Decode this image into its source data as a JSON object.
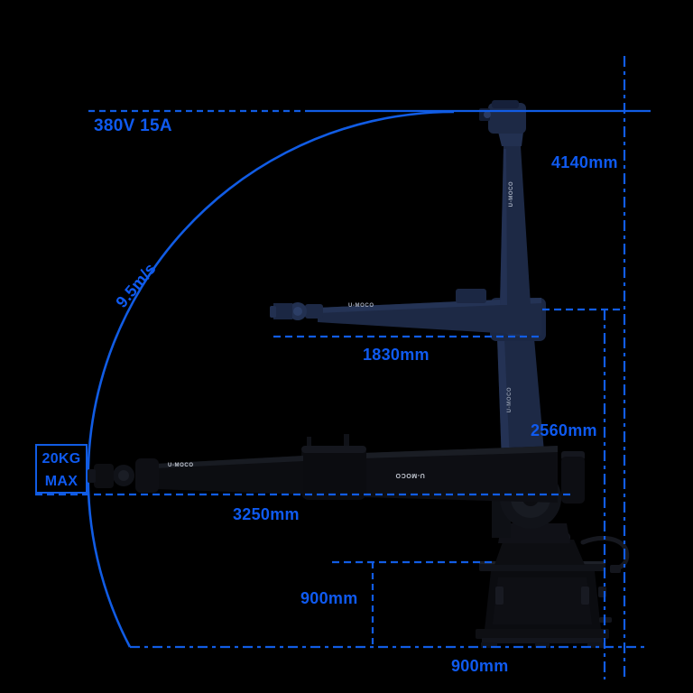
{
  "diagram": {
    "title_hint": "robotic camera crane dimension diagram",
    "colors": {
      "background": "#000000",
      "accent_line": "#115ce4",
      "label_text": "#0f5af0",
      "arm_navy": "#1d2945",
      "arm_black": "#0b0c10"
    },
    "labels": {
      "power": "380V 15A",
      "speed": "9.5m/s",
      "max_height": "4140mm",
      "upper_arm_reach": "1830mm",
      "axis_height": "2560mm",
      "payload_line1": "20KG",
      "payload_line2": "MAX",
      "arm_reach": "3250mm",
      "base_height": "900mm",
      "base_width": "900mm"
    }
  },
  "robot": {
    "brand": "U-MOCO"
  }
}
